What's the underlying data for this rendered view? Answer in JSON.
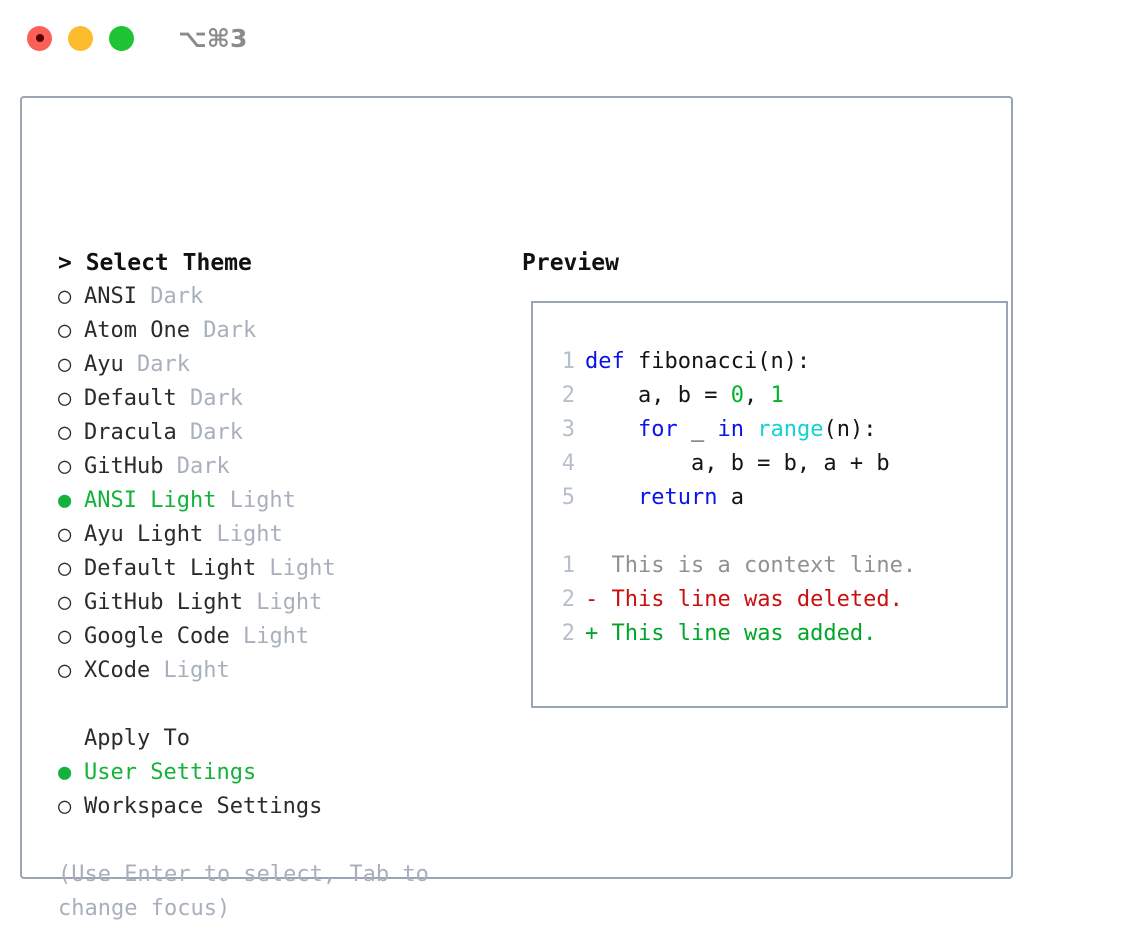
{
  "window": {
    "shortcut_label": "⌥⌘3",
    "traffic_lights": [
      "close-red",
      "minimize-yellow",
      "maximize-green"
    ]
  },
  "colors": {
    "accent_green": "#13b33b",
    "muted": "#a8b0bd",
    "border": "#9aa4b2",
    "keyword_blue": "#0a14e8",
    "builtin_cyan": "#12d2d2",
    "number_green": "#00b32c",
    "diff_add": "#00a62a",
    "diff_del": "#c9100f",
    "context_gray": "#919191",
    "line_number": "#b6bfca"
  },
  "theme_panel": {
    "header": "> Select Theme",
    "items": [
      {
        "marker": "○",
        "selected": false,
        "label": "ANSI",
        "variant": "Dark"
      },
      {
        "marker": "○",
        "selected": false,
        "label": "Atom One",
        "variant": "Dark"
      },
      {
        "marker": "○",
        "selected": false,
        "label": "Ayu",
        "variant": "Dark"
      },
      {
        "marker": "○",
        "selected": false,
        "label": "Default",
        "variant": "Dark"
      },
      {
        "marker": "○",
        "selected": false,
        "label": "Dracula",
        "variant": "Dark"
      },
      {
        "marker": "○",
        "selected": false,
        "label": "GitHub",
        "variant": "Dark"
      },
      {
        "marker": "●",
        "selected": true,
        "label": "ANSI Light",
        "variant": "Light"
      },
      {
        "marker": "○",
        "selected": false,
        "label": "Ayu Light",
        "variant": "Light"
      },
      {
        "marker": "○",
        "selected": false,
        "label": "Default Light",
        "variant": "Light"
      },
      {
        "marker": "○",
        "selected": false,
        "label": "GitHub Light",
        "variant": "Light"
      },
      {
        "marker": "○",
        "selected": false,
        "label": "Google Code",
        "variant": "Light"
      },
      {
        "marker": "○",
        "selected": false,
        "label": "XCode",
        "variant": "Light"
      }
    ]
  },
  "apply_to": {
    "header": "Apply To",
    "items": [
      {
        "marker": "●",
        "selected": true,
        "label": "User Settings"
      },
      {
        "marker": "○",
        "selected": false,
        "label": "Workspace Settings"
      }
    ]
  },
  "hint": "(Use Enter to select, Tab to change focus)",
  "preview": {
    "title": "Preview",
    "code_lines": [
      {
        "no": "1",
        "tokens": [
          {
            "t": "def",
            "c": "kw"
          },
          {
            "t": " fibonacci(n):",
            "c": "plain"
          }
        ]
      },
      {
        "no": "2",
        "tokens": [
          {
            "t": "    a, b = ",
            "c": "plain"
          },
          {
            "t": "0",
            "c": "num"
          },
          {
            "t": ", ",
            "c": "plain"
          },
          {
            "t": "1",
            "c": "num"
          }
        ]
      },
      {
        "no": "3",
        "tokens": [
          {
            "t": "    ",
            "c": "plain"
          },
          {
            "t": "for",
            "c": "kw"
          },
          {
            "t": " _ ",
            "c": "plain"
          },
          {
            "t": "in",
            "c": "kw"
          },
          {
            "t": " ",
            "c": "plain"
          },
          {
            "t": "range",
            "c": "bi"
          },
          {
            "t": "(n):",
            "c": "plain"
          }
        ]
      },
      {
        "no": "4",
        "tokens": [
          {
            "t": "        a, b = b, a + b",
            "c": "plain"
          }
        ]
      },
      {
        "no": "5",
        "tokens": [
          {
            "t": "    ",
            "c": "plain"
          },
          {
            "t": "return",
            "c": "kw"
          },
          {
            "t": " a",
            "c": "plain"
          }
        ]
      }
    ],
    "diff_lines": [
      {
        "no": "1",
        "sign": " ",
        "text": " This is a context line.",
        "kind": "ctx"
      },
      {
        "no": "2",
        "sign": "-",
        "text": " This line was deleted.",
        "kind": "del"
      },
      {
        "no": "2",
        "sign": "+",
        "text": " This line was added.",
        "kind": "add"
      }
    ]
  }
}
